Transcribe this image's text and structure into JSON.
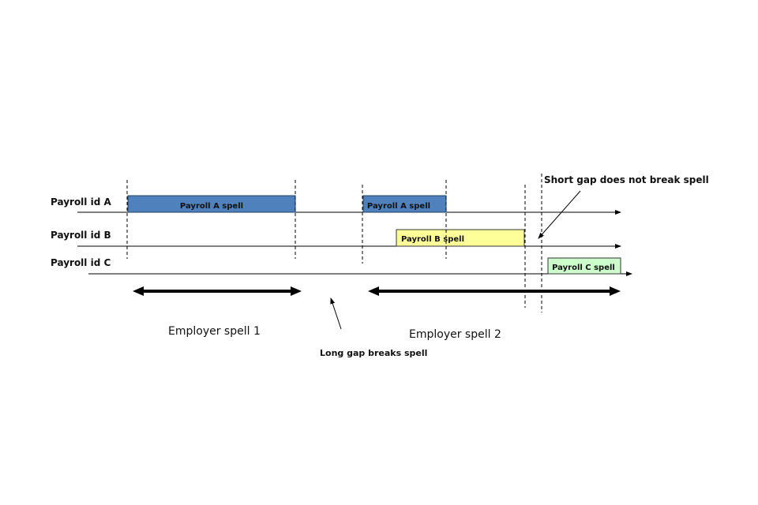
{
  "rows": [
    {
      "label": "Payroll id A"
    },
    {
      "label": "Payroll id B"
    },
    {
      "label": "Payroll id C"
    }
  ],
  "spells": [
    {
      "row": 0,
      "label": "Payroll A spell",
      "color": "#4F81BD"
    },
    {
      "row": 0,
      "label": "Payroll A spell",
      "color": "#4F81BD"
    },
    {
      "row": 1,
      "label": "Payroll B spell",
      "color": "#FFFF99"
    },
    {
      "row": 2,
      "label": "Payroll C spell",
      "color": "#CCFFCC"
    }
  ],
  "employer_spells": [
    {
      "label": "Employer spell 1"
    },
    {
      "label": "Employer spell 2"
    }
  ],
  "annotations": {
    "long_gap": "Long gap breaks spell",
    "short_gap": "Short gap does not break spell"
  }
}
